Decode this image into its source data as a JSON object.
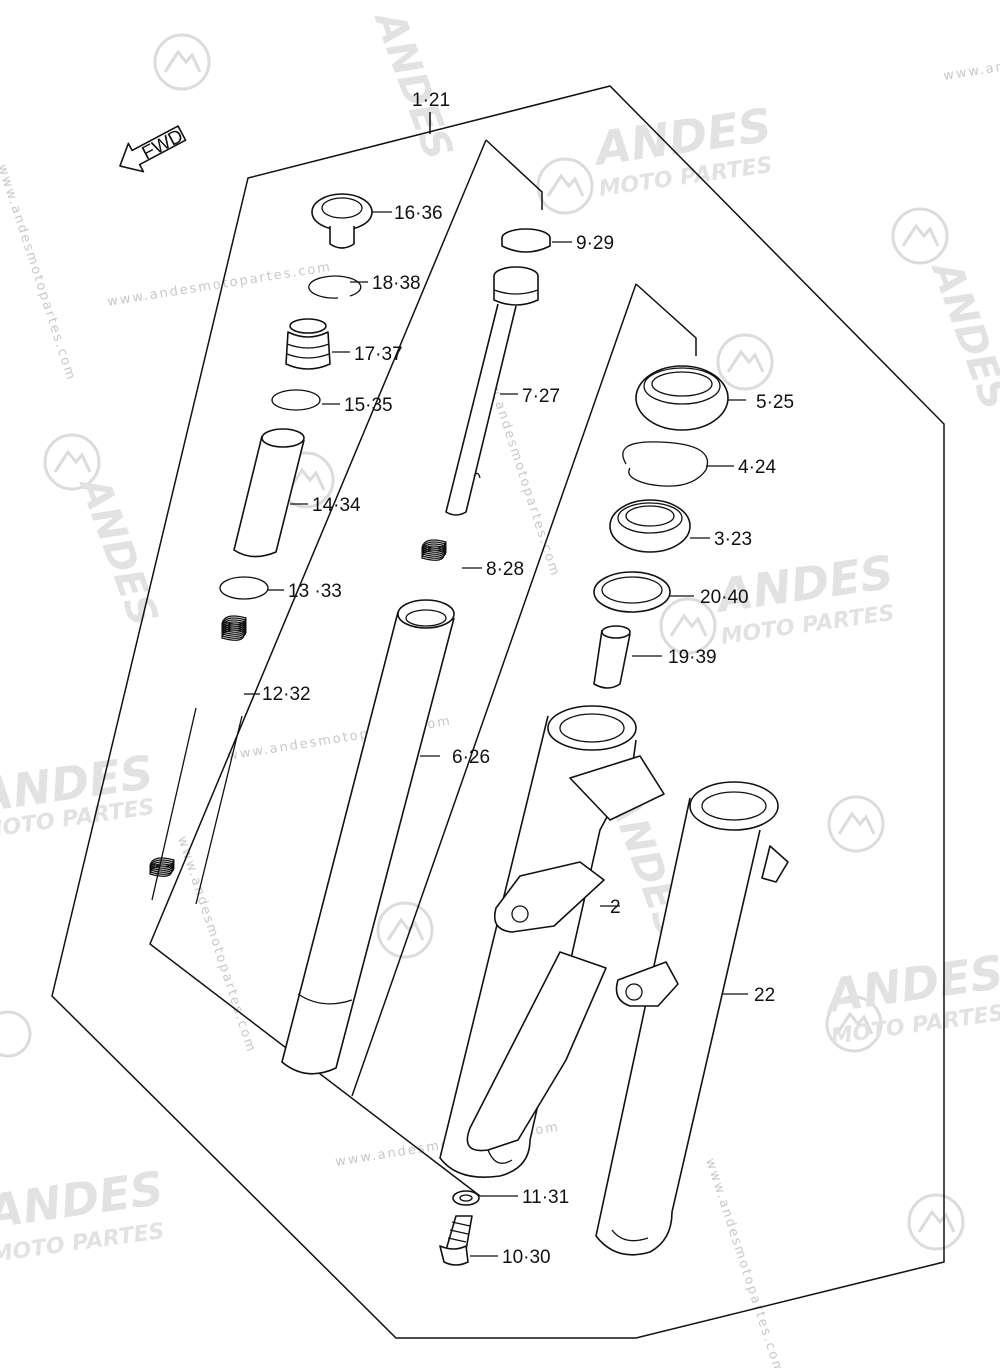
{
  "diagram": {
    "fwd_label": "FWD",
    "assembly_label": "1·21",
    "parts": [
      {
        "id": "p16",
        "label": "16·36",
        "name": "cap-bolt"
      },
      {
        "id": "p18",
        "label": "18·38",
        "name": "snap-ring"
      },
      {
        "id": "p17",
        "label": "17·37",
        "name": "oil-lock-piece"
      },
      {
        "id": "p15",
        "label": "15·35",
        "name": "o-ring"
      },
      {
        "id": "p14",
        "label": "14·34",
        "name": "spacer"
      },
      {
        "id": "p13",
        "label": "13 ·33",
        "name": "washer"
      },
      {
        "id": "p12",
        "label": "12·32",
        "name": "fork-spring"
      },
      {
        "id": "p9",
        "label": "9·29",
        "name": "piston-ring"
      },
      {
        "id": "p7",
        "label": "7·27",
        "name": "damper-rod"
      },
      {
        "id": "p8",
        "label": "8·28",
        "name": "rebound-spring"
      },
      {
        "id": "p6",
        "label": "6·26",
        "name": "inner-tube"
      },
      {
        "id": "p5",
        "label": "5·25",
        "name": "dust-seal"
      },
      {
        "id": "p4",
        "label": "4·24",
        "name": "oil-seal-stopper-ring"
      },
      {
        "id": "p3",
        "label": "3·23",
        "name": "oil-seal"
      },
      {
        "id": "p20",
        "label": "20·40",
        "name": "slide-bushing"
      },
      {
        "id": "p19",
        "label": "19·39",
        "name": "oil-lock-piece-cylinder"
      },
      {
        "id": "p2",
        "label": "2",
        "name": "outer-tube-left"
      },
      {
        "id": "p22",
        "label": "22",
        "name": "outer-tube-right"
      },
      {
        "id": "p11",
        "label": "11·31",
        "name": "gasket"
      },
      {
        "id": "p10",
        "label": "10·30",
        "name": "bolt"
      }
    ]
  },
  "watermark": {
    "brand": "ANDES",
    "sub": "MOTO PARTES",
    "url": "www.andesmotopartes.com",
    "logo_icon": "mountain-circle-logo"
  }
}
